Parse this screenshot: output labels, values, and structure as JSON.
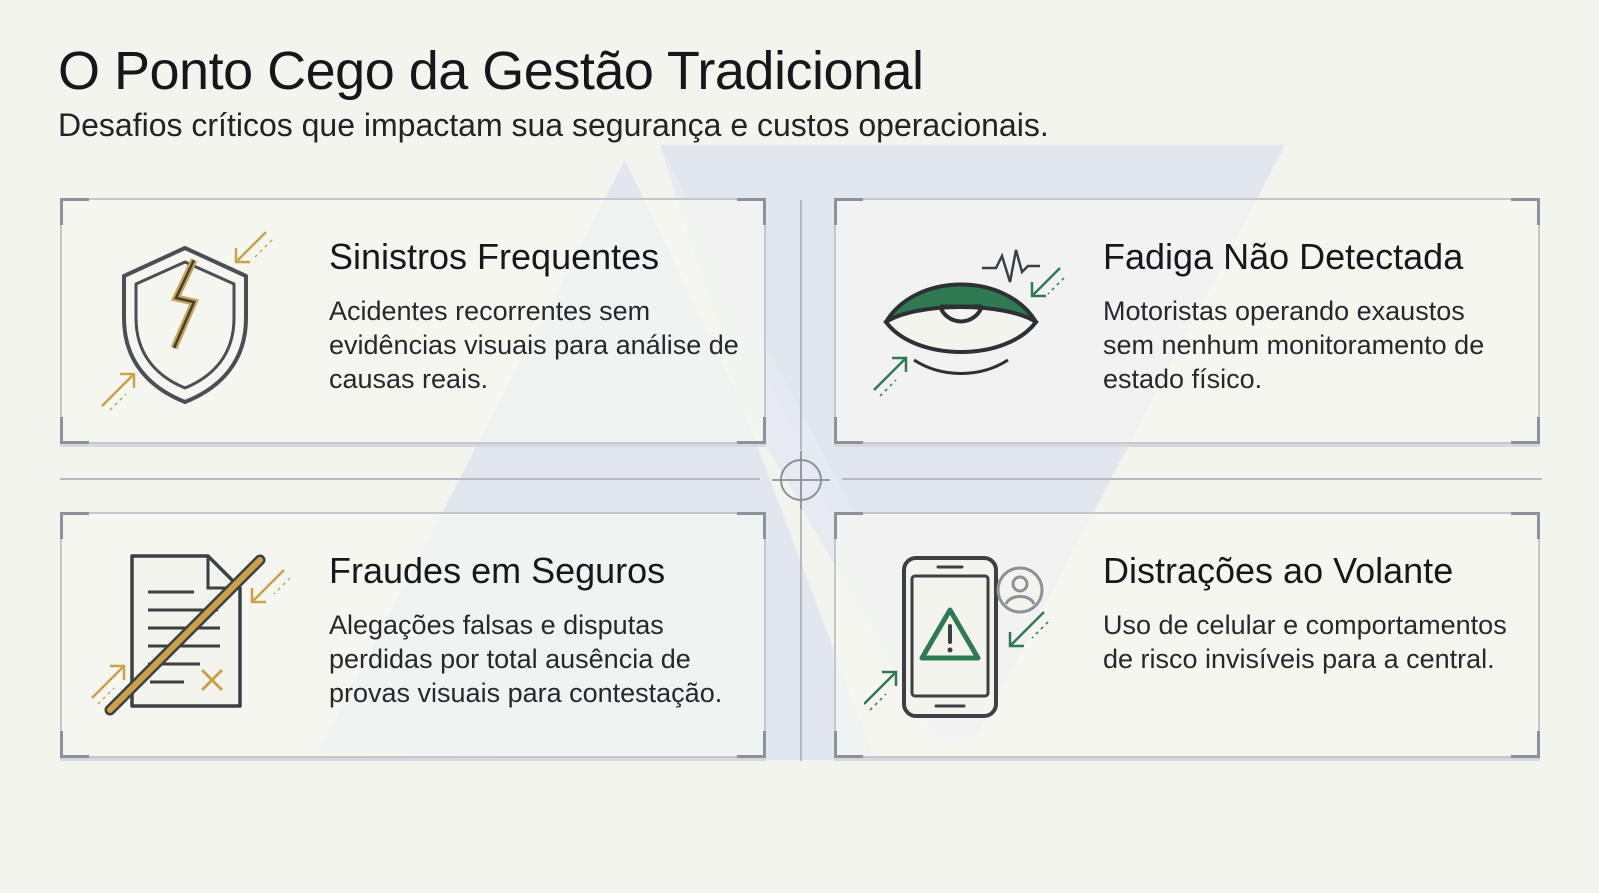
{
  "header": {
    "title": "O Ponto Cego da Gestão Tradicional",
    "subtitle": "Desafios críticos que impactam sua segurança e custos operacionais."
  },
  "cards": [
    {
      "title": "Sinistros Frequentes",
      "text": "Acidentes recorrentes sem evidências visuais para análise de causas reais.",
      "icon": "broken-shield-icon"
    },
    {
      "title": "Fadiga Não Detectada",
      "text": "Motoristas operando exaustos sem nenhum monitoramento de estado físico.",
      "icon": "tired-eye-icon"
    },
    {
      "title": "Fraudes em Seguros",
      "text": "Alegações falsas e disputas perdidas por total ausência de provas visuais para contestação.",
      "icon": "crossed-document-icon"
    },
    {
      "title": "Distrações ao Volante",
      "text": "Uso de celular e comportamentos de risco invisíveis para a central.",
      "icon": "phone-warning-icon"
    }
  ],
  "colors": {
    "background": "#f4f4ee",
    "accent_gold": "#c9a24a",
    "accent_green": "#2f7a52",
    "card_border": "#c4c8cd",
    "corner_bracket": "#8c9299",
    "background_shape": "#dfe4ee"
  }
}
